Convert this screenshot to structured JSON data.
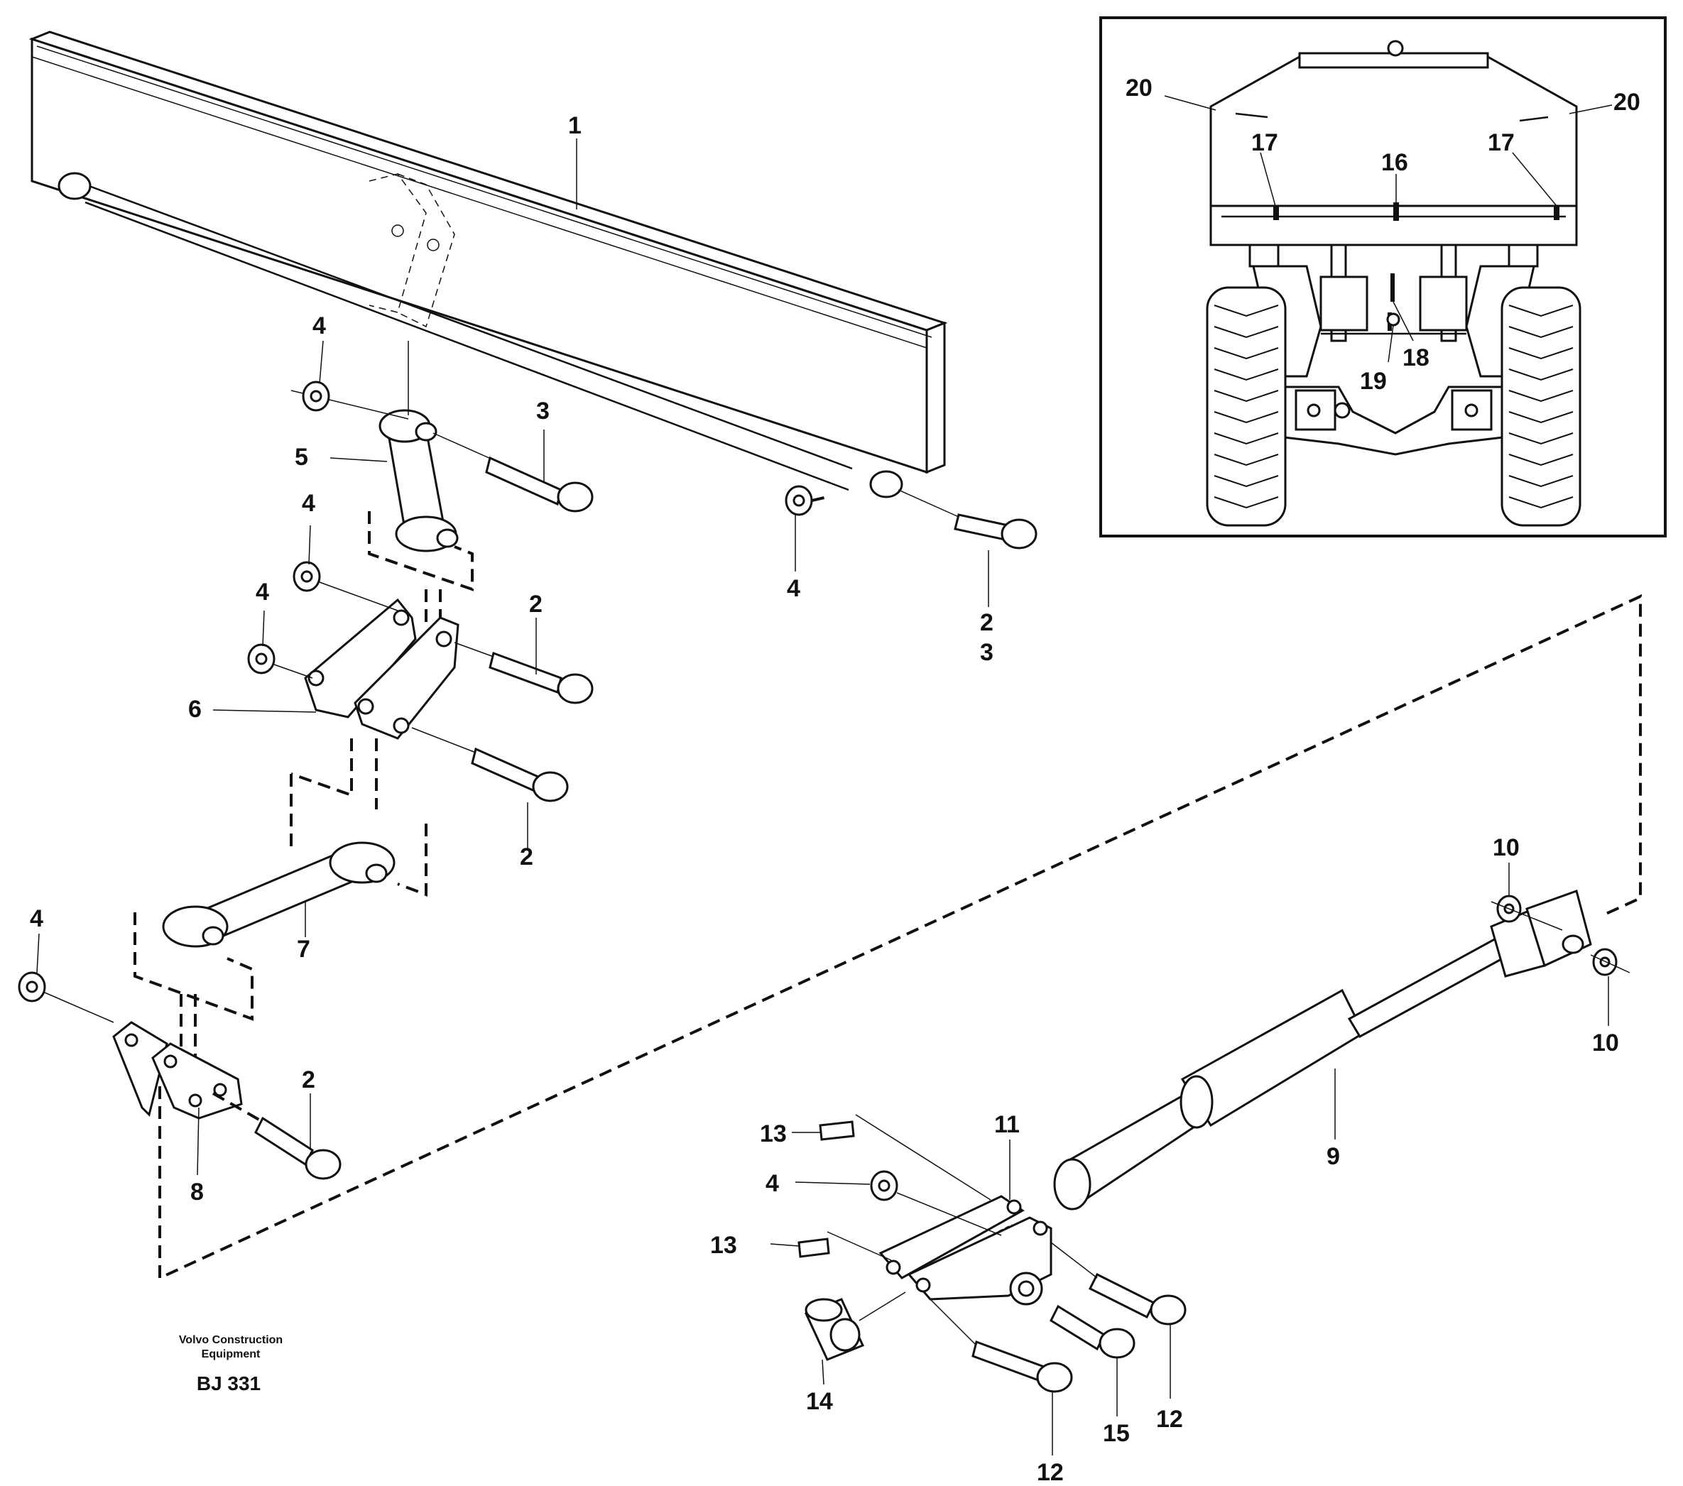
{
  "callouts": {
    "beam": "1",
    "bolt_right_a": "2",
    "bolt_right_b": "3",
    "bolt_upper": "3",
    "nut_upper": "4",
    "link_5": "5",
    "nut_mid": "4",
    "nut_mid2": "4",
    "bolt_mid_a": "2",
    "bracket_6": "6",
    "bolt_mid_b": "2",
    "nut_right": "4",
    "nut_low": "4",
    "link_7": "7",
    "bracket_8": "8",
    "bolt_low": "2",
    "cylinder_9": "9",
    "washer_top": "10",
    "washer_bottom": "10",
    "lever_11": "11",
    "screw_13a": "13",
    "nut_lever": "4",
    "screw_13b": "13",
    "bushing_14": "14",
    "bolt_12a": "12",
    "bolt_15": "15",
    "bolt_12b": "12"
  },
  "inset": {
    "label_20_left": "20",
    "label_20_right": "20",
    "label_17_left": "17",
    "label_16": "16",
    "label_17_right": "17",
    "label_18": "18",
    "label_19": "19"
  },
  "credit": {
    "line1": "Volvo Construction",
    "line2": "Equipment",
    "code": "BJ 331"
  }
}
